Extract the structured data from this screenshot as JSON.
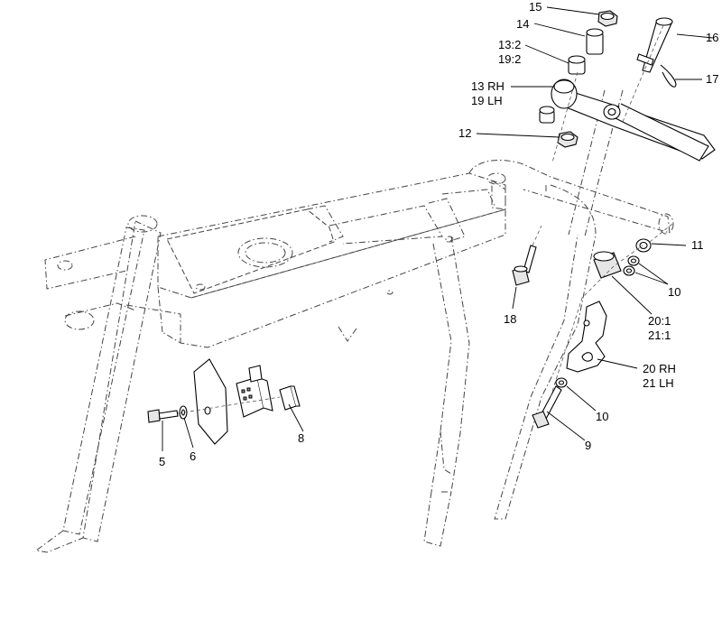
{
  "callouts": {
    "c15": "15",
    "c14": "14",
    "c13_2": "13:2",
    "c19_2": "19:2",
    "c16": "16",
    "c17": "17",
    "c13rh": "13 RH",
    "c19lh": "19 LH",
    "c12": "12",
    "c11": "11",
    "c10a": "10",
    "c20_1": "20:1",
    "c21_1": "21:1",
    "c18": "18",
    "c20rh": "20 RH",
    "c21lh": "21 LH",
    "c10b": "10",
    "c9": "9",
    "c8": "8",
    "c5": "5",
    "c6": "6"
  }
}
